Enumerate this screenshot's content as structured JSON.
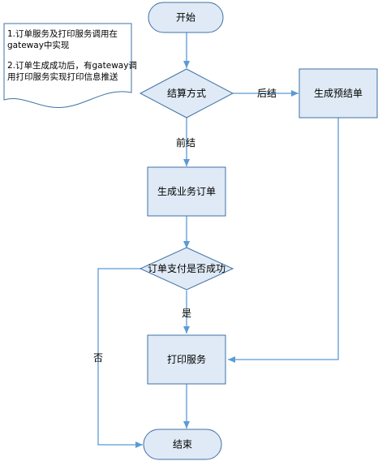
{
  "flowchart": {
    "note": {
      "line1a": "1.订单服务及打印服务调用在",
      "line1b": "gateway中实现",
      "line2a": "2.订单生成成功后，有gateway调",
      "line2b": "用打印服务实现打印信息推送"
    },
    "nodes": {
      "start": "开始",
      "settle_method": "结算方式",
      "pre_settle_bill": "生成预结单",
      "create_order": "生成业务订单",
      "pay_success": "订单支付是否成功",
      "print_service": "打印服务",
      "end": "结束"
    },
    "edge_labels": {
      "post_settle": "后结",
      "pre_settle": "前结",
      "yes": "是",
      "no": "否"
    },
    "colors": {
      "node_fill": "#dfeaf6",
      "node_stroke": "#3f72a5",
      "connector": "#5b9bd5",
      "note_stroke": "#3f72a5"
    }
  }
}
